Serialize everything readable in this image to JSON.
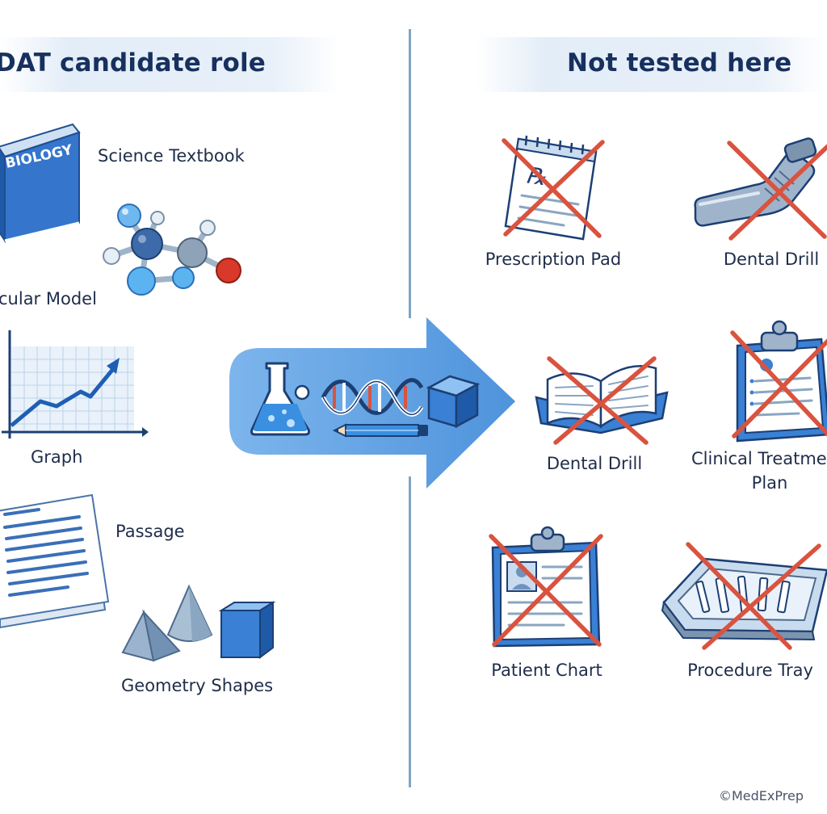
{
  "left_panel": {
    "title": "DAT candidate role",
    "items": [
      {
        "label": "Science Textbook",
        "book_spine_text": "BIOLOGY"
      },
      {
        "label": "cular Model"
      },
      {
        "label": "Graph"
      },
      {
        "label": "Passage"
      },
      {
        "label": "Geometry Shapes"
      }
    ]
  },
  "right_panel": {
    "title": "Not tested here",
    "items": [
      {
        "label": "Prescription Pad",
        "icon": "prescription-pad-icon"
      },
      {
        "label": "Dental Drill",
        "icon": "dental-drill-icon"
      },
      {
        "label": "Dental Drill",
        "icon": "open-book-icon"
      },
      {
        "label_line1": "Clinical Treatme",
        "label_line2": "Plan",
        "icon": "clipboard-icon"
      },
      {
        "label": "Patient Chart",
        "icon": "patient-chart-icon"
      },
      {
        "label": "Procedure Tray",
        "icon": "procedure-tray-icon"
      }
    ]
  },
  "center_arrow": {
    "icons": [
      "flask-icon",
      "dna-icon",
      "cube-icon",
      "pencil-icon"
    ]
  },
  "colors": {
    "accent_blue": "#3a78c9",
    "arrow_blue": "#5e9fe0",
    "cross_red": "#d9533f",
    "title_navy": "#17305e",
    "divider": "#7ea6c2"
  },
  "footer": {
    "copyright": "©MedExPrep"
  }
}
